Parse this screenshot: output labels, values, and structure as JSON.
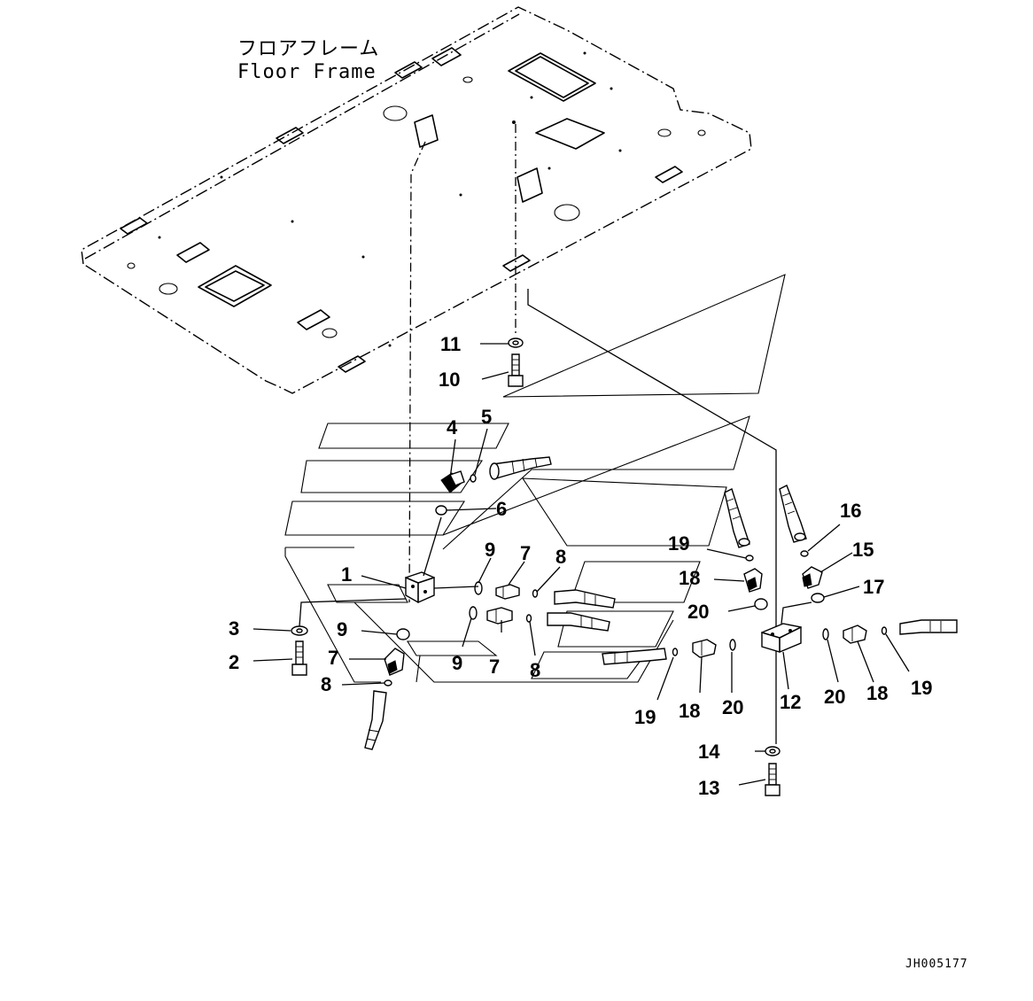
{
  "floor_frame": {
    "label_jp": "フロアフレーム",
    "label_en": "Floor Frame"
  },
  "drawing_code": "JH005177",
  "callouts": {
    "c1": "1",
    "c2": "2",
    "c3": "3",
    "c4": "4",
    "c5": "5",
    "c6": "6",
    "c7a": "7",
    "c7b": "7",
    "c7c": "7",
    "c8a": "8",
    "c8b": "8",
    "c8c": "8",
    "c9a": "9",
    "c9b": "9",
    "c9c": "9",
    "c10": "10",
    "c11": "11",
    "c12": "12",
    "c13": "13",
    "c14": "14",
    "c15": "15",
    "c16": "16",
    "c17": "17",
    "c18a": "18",
    "c18b": "18",
    "c18c": "18",
    "c19a": "19",
    "c19b": "19",
    "c19c": "19",
    "c20a": "20",
    "c20b": "20",
    "c20c": "20"
  }
}
